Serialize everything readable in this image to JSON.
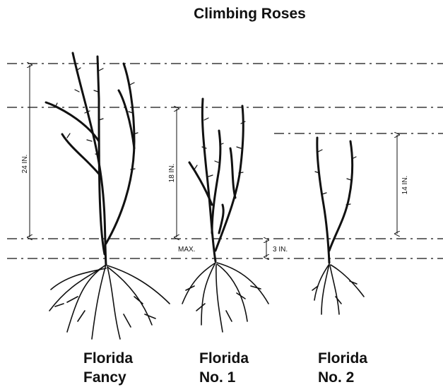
{
  "title": "Climbing Roses",
  "measurements": {
    "fancy_height": "24 IN.",
    "no1_height": "18 IN.",
    "no2_height": "14 IN.",
    "max_label": "MAX.",
    "max_crown": "3 IN."
  },
  "grades": [
    {
      "line1": "Florida",
      "line2": "Fancy"
    },
    {
      "line1": "Florida",
      "line2": "No. 1"
    },
    {
      "line1": "Florida",
      "line2": "No. 2"
    }
  ],
  "colors": {
    "ink": "#111111",
    "background": "#ffffff"
  }
}
